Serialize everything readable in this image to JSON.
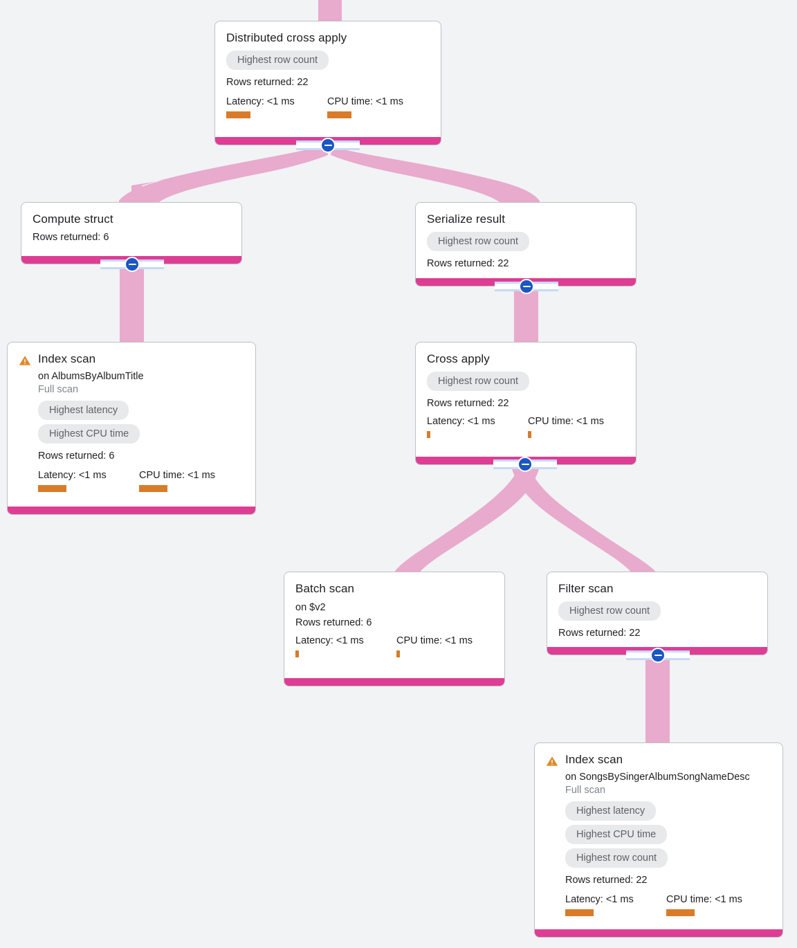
{
  "view": {
    "kind": "query-execution-plan-tree",
    "background_color": "#f1f3f4",
    "edge_color": "#e8aacd",
    "node_footer_color": "#de3d94",
    "bar_color": "#d97b29",
    "badge_bg_color": "#e7e9ea",
    "badge_text_color": "#5f6368",
    "warning_color": "#e08a2e",
    "collapse_knob_color": "#1a56c4"
  },
  "labels": {
    "rows_prefix": "Rows returned: ",
    "latency_prefix": "Latency: ",
    "cpu_prefix": "CPU time: ",
    "on_prefix": "on ",
    "collapse_icon": "minus-circle-icon",
    "warning_icon": "warning-triangle-icon"
  },
  "nodes": [
    {
      "id": "distributed-cross-apply",
      "title": "Distributed cross apply",
      "badges": [
        "Highest row count"
      ],
      "rows_returned": "Rows returned: 22",
      "latency": "Latency: <1 ms",
      "cpu": "CPU time: <1 ms",
      "has_warning": false,
      "collapsible": true
    },
    {
      "id": "compute-struct",
      "title": "Compute struct",
      "badges": [],
      "rows_returned": "Rows returned: 6",
      "has_warning": false,
      "collapsible": true
    },
    {
      "id": "serialize-result",
      "title": "Serialize result",
      "badges": [
        "Highest row count"
      ],
      "rows_returned": "Rows returned: 22",
      "has_warning": false,
      "collapsible": true
    },
    {
      "id": "index-scan-albums",
      "title": "Index scan",
      "on": "on AlbumsByAlbumTitle",
      "scan_type": "Full scan",
      "badges": [
        "Highest latency",
        "Highest CPU time"
      ],
      "rows_returned": "Rows returned: 6",
      "latency": "Latency: <1 ms",
      "cpu": "CPU time: <1 ms",
      "has_warning": true,
      "collapsible": false
    },
    {
      "id": "cross-apply",
      "title": "Cross apply",
      "badges": [
        "Highest row count"
      ],
      "rows_returned": "Rows returned: 22",
      "latency": "Latency: <1 ms",
      "cpu": "CPU time: <1 ms",
      "has_warning": false,
      "collapsible": true
    },
    {
      "id": "batch-scan",
      "title": "Batch scan",
      "on": "on $v2",
      "rows_returned": "Rows returned: 6",
      "latency": "Latency: <1 ms",
      "cpu": "CPU time: <1 ms",
      "badges": [],
      "has_warning": false,
      "collapsible": false
    },
    {
      "id": "filter-scan",
      "title": "Filter scan",
      "badges": [
        "Highest row count"
      ],
      "rows_returned": "Rows returned: 22",
      "has_warning": false,
      "collapsible": true
    },
    {
      "id": "index-scan-songs",
      "title": "Index scan",
      "on": "on SongsBySingerAlbumSongNameDesc",
      "scan_type": "Full scan",
      "badges": [
        "Highest latency",
        "Highest CPU time",
        "Highest row count"
      ],
      "rows_returned": "Rows returned: 22",
      "latency": "Latency: <1 ms",
      "cpu": "CPU time: <1 ms",
      "has_warning": true,
      "collapsible": false
    }
  ]
}
